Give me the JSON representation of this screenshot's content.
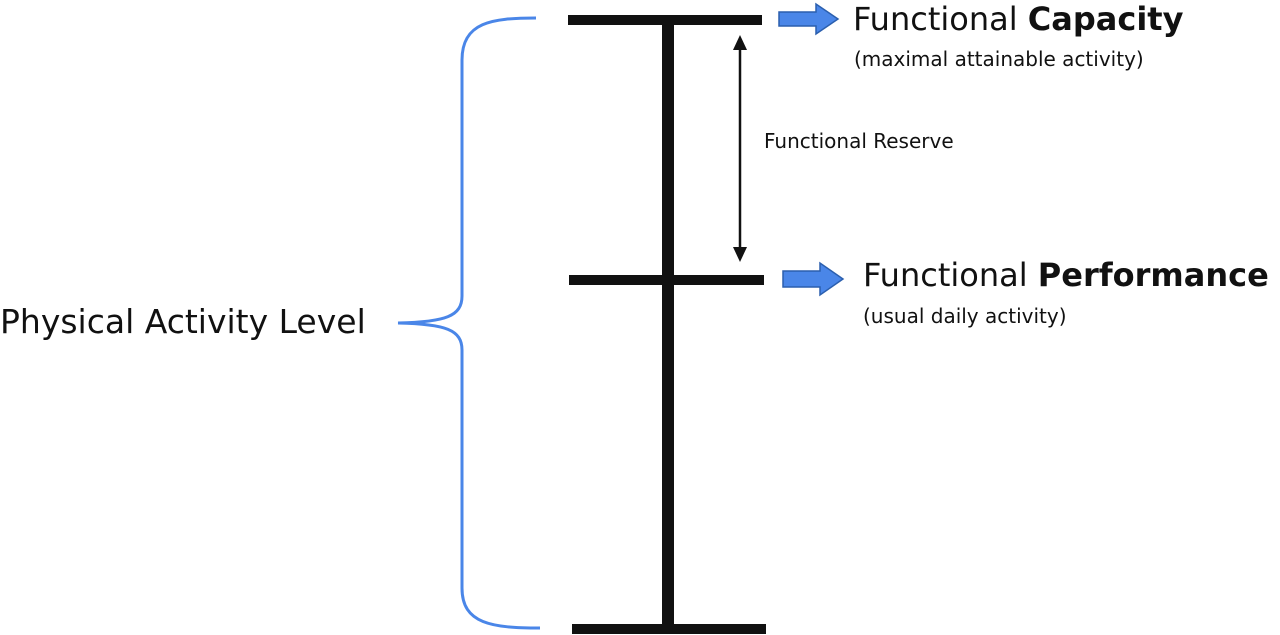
{
  "labels": {
    "physical_activity_level": "Physical Activity Level",
    "functional_reserve": "Functional Reserve",
    "capacity": {
      "prefix": "Functional ",
      "emphasis": "Capacity",
      "note": "(maximal attainable activity)"
    },
    "performance": {
      "prefix": "Functional ",
      "emphasis": "Performance",
      "note": "(usual daily activity)"
    }
  },
  "colors": {
    "scale": "#111111",
    "brace": "#4a86e8",
    "pointer_fill": "#4a86e8",
    "pointer_stroke": "#2b5fae",
    "text": "#111111"
  }
}
